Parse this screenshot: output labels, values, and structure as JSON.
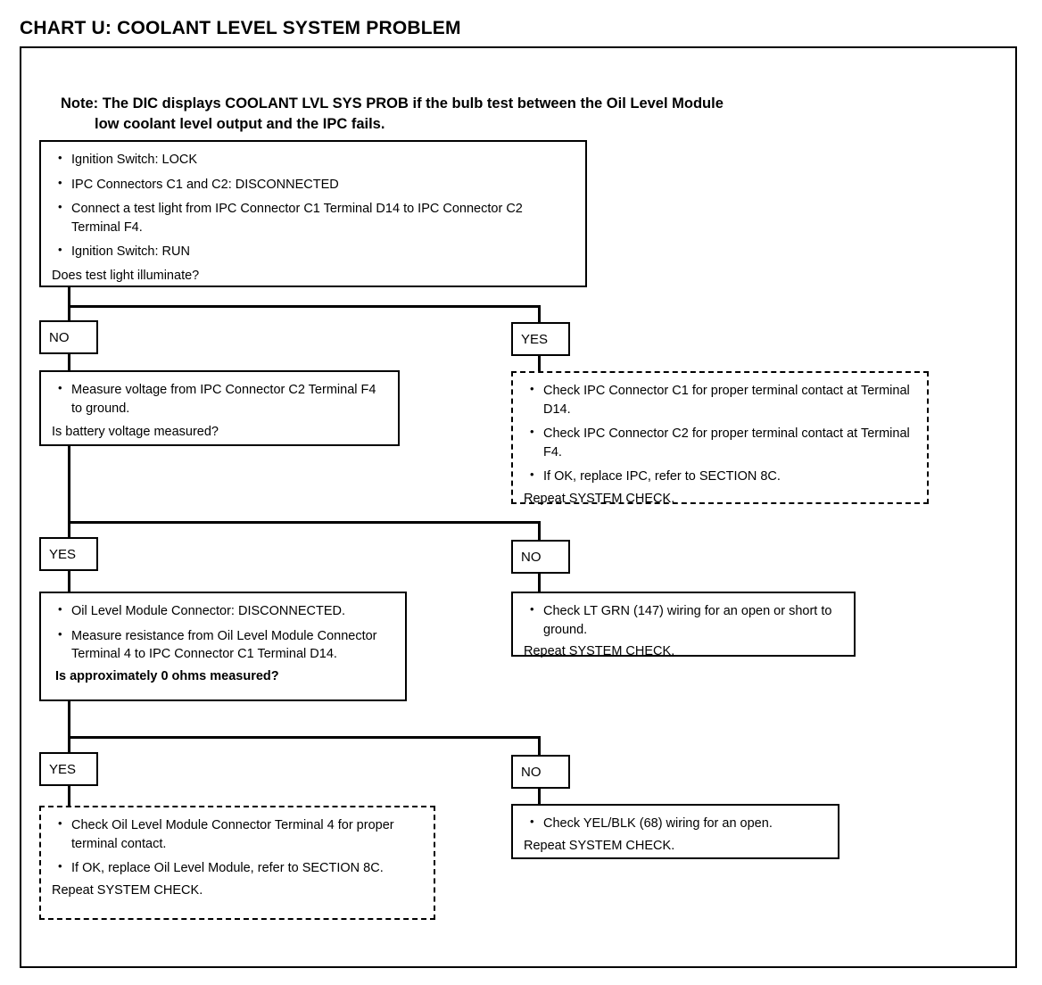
{
  "title": "CHART U: COOLANT LEVEL SYSTEM PROBLEM",
  "note": {
    "line1": "Note: The DIC displays COOLANT LVL SYS PROB if the bulb test between the Oil Level Module",
    "line2": "low coolant level output and the IPC fails."
  },
  "boxes": {
    "step1": {
      "bullets": [
        "Ignition Switch: LOCK",
        "IPC Connectors C1 and C2:  DISCONNECTED",
        "Connect a test light from IPC Connector C1 Terminal D14 to IPC Connector C2 Terminal F4.",
        "Ignition Switch:  RUN"
      ],
      "question": "Does test light illuminate?"
    },
    "step2_left": {
      "bullets": [
        "Measure voltage from IPC Connector C2 Terminal F4 to ground."
      ],
      "question": "Is battery voltage measured?"
    },
    "step2_right": {
      "bullets": [
        "Check IPC Connector C1 for proper terminal contact at Terminal D14.",
        "Check IPC Connector C2 for proper terminal contact at Terminal F4.",
        "If OK, replace IPC, refer to SECTION 8C."
      ],
      "footer": "Repeat SYSTEM CHECK."
    },
    "step3_left": {
      "bullets": [
        "Oil Level Module Connector:  DISCONNECTED.",
        "Measure resistance from Oil Level Module Connector Terminal 4 to IPC Connector C1 Terminal D14."
      ],
      "question": "Is approximately 0 ohms measured?"
    },
    "step3_right": {
      "bullets": [
        "Check LT GRN (147) wiring for an open or short to ground."
      ],
      "footer": "Repeat SYSTEM CHECK."
    },
    "step4_left": {
      "bullets": [
        "Check Oil Level Module Connector Terminal 4 for proper terminal contact.",
        "If OK, replace Oil Level Module, refer to SECTION 8C."
      ],
      "footer": "Repeat SYSTEM CHECK."
    },
    "step4_right": {
      "bullets": [
        "Check YEL/BLK (68) wiring for an open."
      ],
      "footer": "Repeat SYSTEM CHECK."
    }
  },
  "branches": {
    "row1_left": "NO",
    "row1_right": "YES",
    "row2_left": "YES",
    "row2_right": "NO",
    "row3_left": "YES",
    "row3_right": "NO"
  }
}
